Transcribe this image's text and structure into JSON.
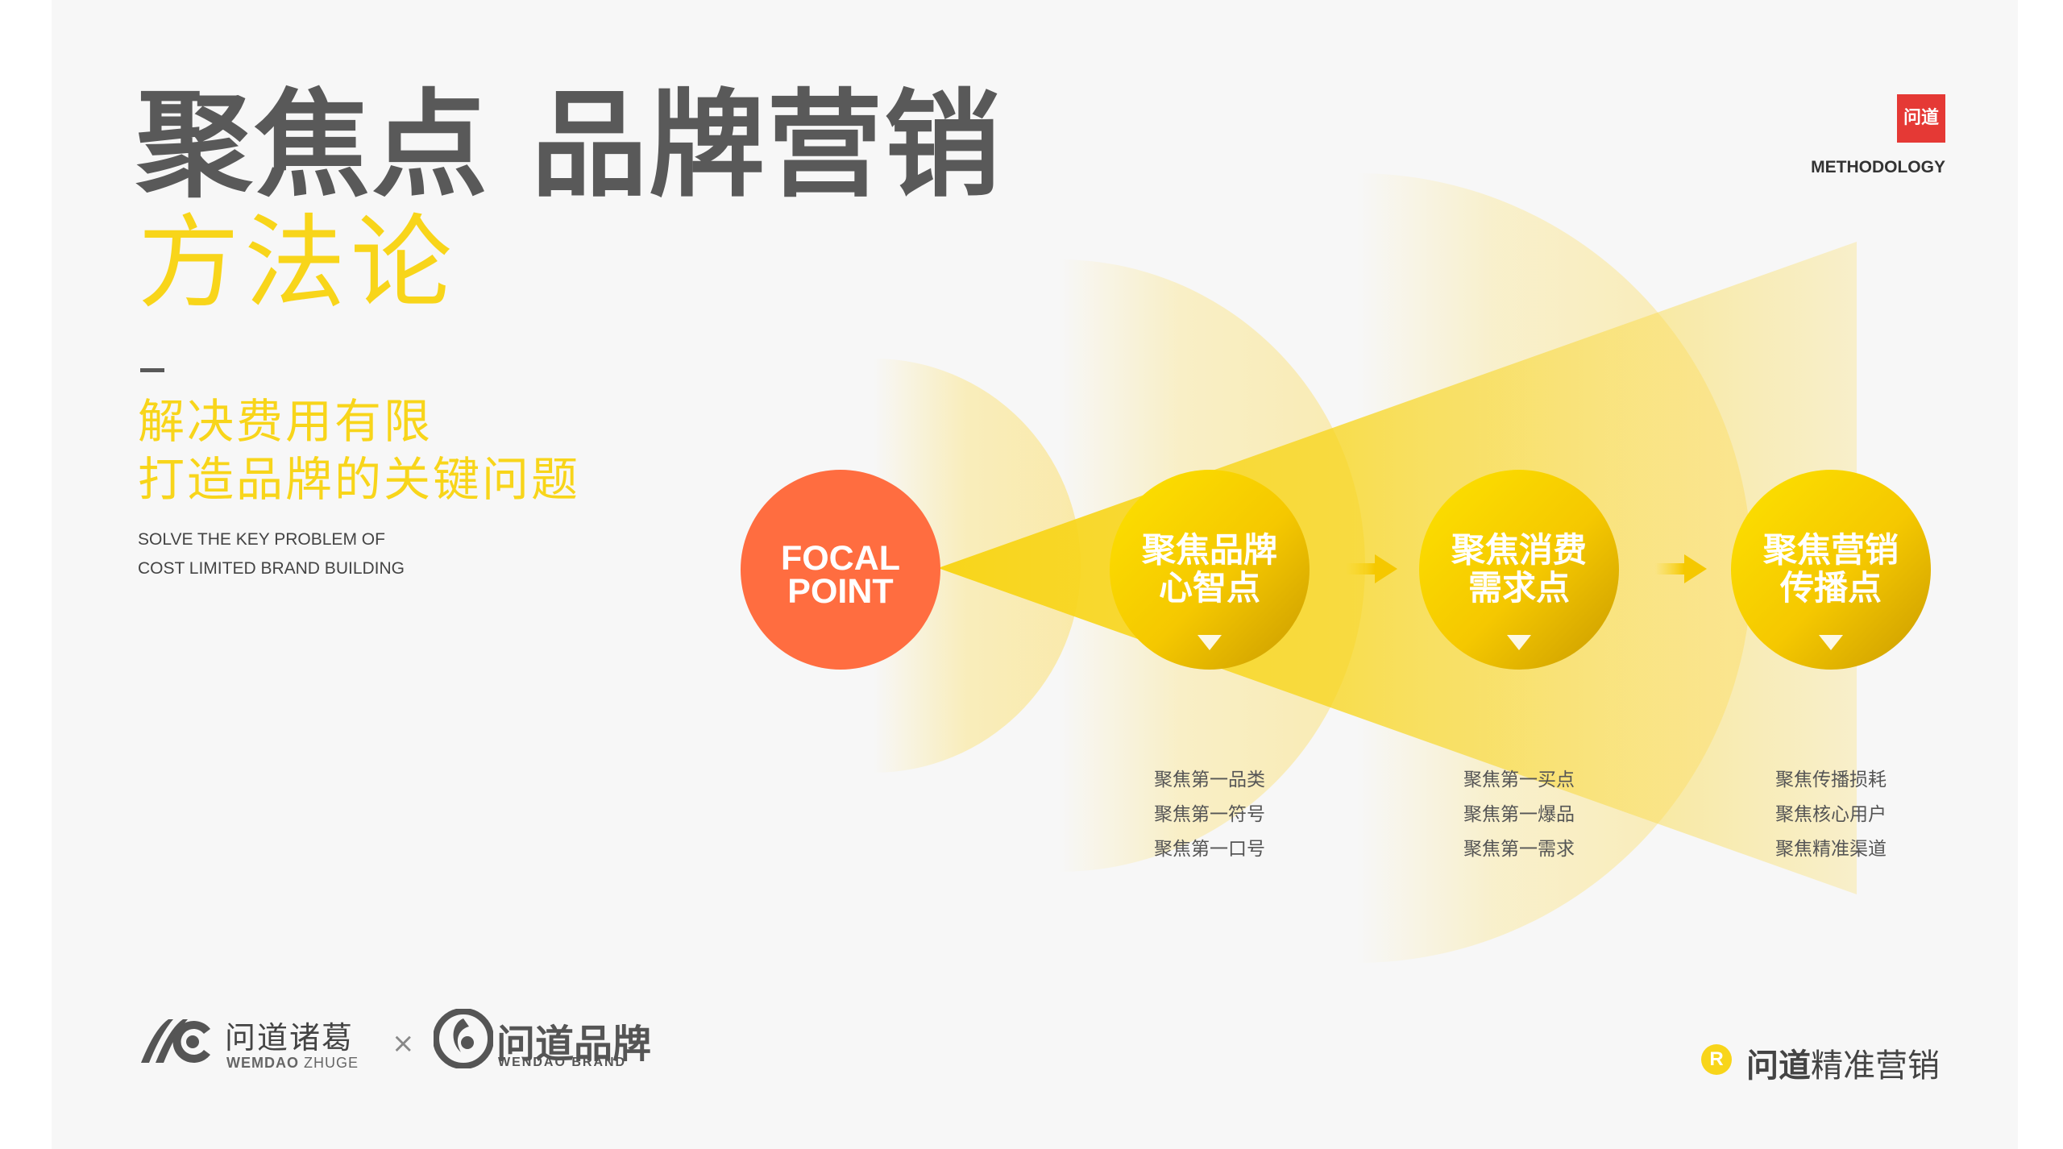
{
  "title": {
    "line1": "聚焦点 品牌营销",
    "line2": "方法论"
  },
  "subtitle": {
    "line1": "解决费用有限",
    "line2": "打造品牌的关键问题",
    "en_line1": "SOLVE THE KEY PROBLEM OF",
    "en_line2": "COST LIMITED BRAND BUILDING"
  },
  "badge": {
    "stamp_text": "问道",
    "label": "METHODOLOGY"
  },
  "diagram": {
    "focal": {
      "line1": "FOCAL",
      "line2": "POINT",
      "color": "#ff6d40"
    },
    "accent": "#f8d51a",
    "nodes": [
      {
        "line1": "聚焦品牌",
        "line2": "心智点",
        "items": [
          "聚焦第一品类",
          "聚焦第一符号",
          "聚焦第一口号"
        ]
      },
      {
        "line1": "聚焦消费",
        "line2": "需求点",
        "items": [
          "聚焦第一买点",
          "聚焦第一爆品",
          "聚焦第一需求"
        ]
      },
      {
        "line1": "聚焦营销",
        "line2": "传播点",
        "items": [
          "聚焦传播损耗",
          "聚焦核心用户",
          "聚焦精准渠道"
        ]
      }
    ]
  },
  "footer": {
    "brand_a_cn": "问道诸葛",
    "brand_a_en_bold": "WEMDAO",
    "brand_a_en_light": " ZHUGE",
    "cross": "×",
    "brand_b_cn": "问道品牌",
    "brand_b_en": "WENDAO BRAND",
    "brand_c_badge": "R",
    "brand_c_bold": "问道",
    "brand_c_light": "精准营销"
  }
}
